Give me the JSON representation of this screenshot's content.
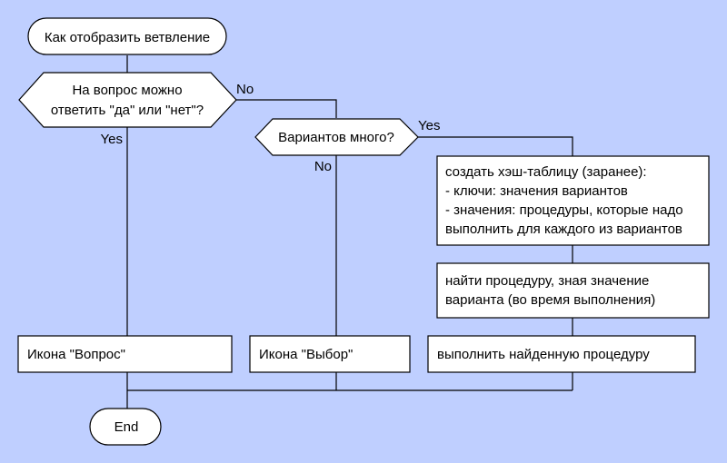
{
  "diagram": {
    "background": "#bfcfff",
    "start": {
      "text": "Как отобразить ветвление"
    },
    "end": {
      "text": "End"
    },
    "decision1": {
      "lines": [
        "На вопрос можно",
        "ответить \"да\" или \"нет\"?"
      ],
      "yes_label": "Yes",
      "no_label": "No"
    },
    "decision2": {
      "lines": [
        "Вариантов много?"
      ],
      "yes_label": "Yes",
      "no_label": "No"
    },
    "action_question": {
      "text": "Икона \"Вопрос\""
    },
    "action_choice": {
      "text": "Икона \"Выбор\""
    },
    "action_hash": {
      "lines": [
        "создать хэш-таблицу (заранее):",
        "- ключи: значения вариантов",
        "- значения: процедуры, которые надо",
        "выполнить для каждого из вариантов"
      ]
    },
    "action_find": {
      "lines": [
        "найти процедуру, зная значение",
        "варианта (во время выполнения)"
      ]
    },
    "action_execute": {
      "text": "выполнить найденную процедуру"
    }
  }
}
